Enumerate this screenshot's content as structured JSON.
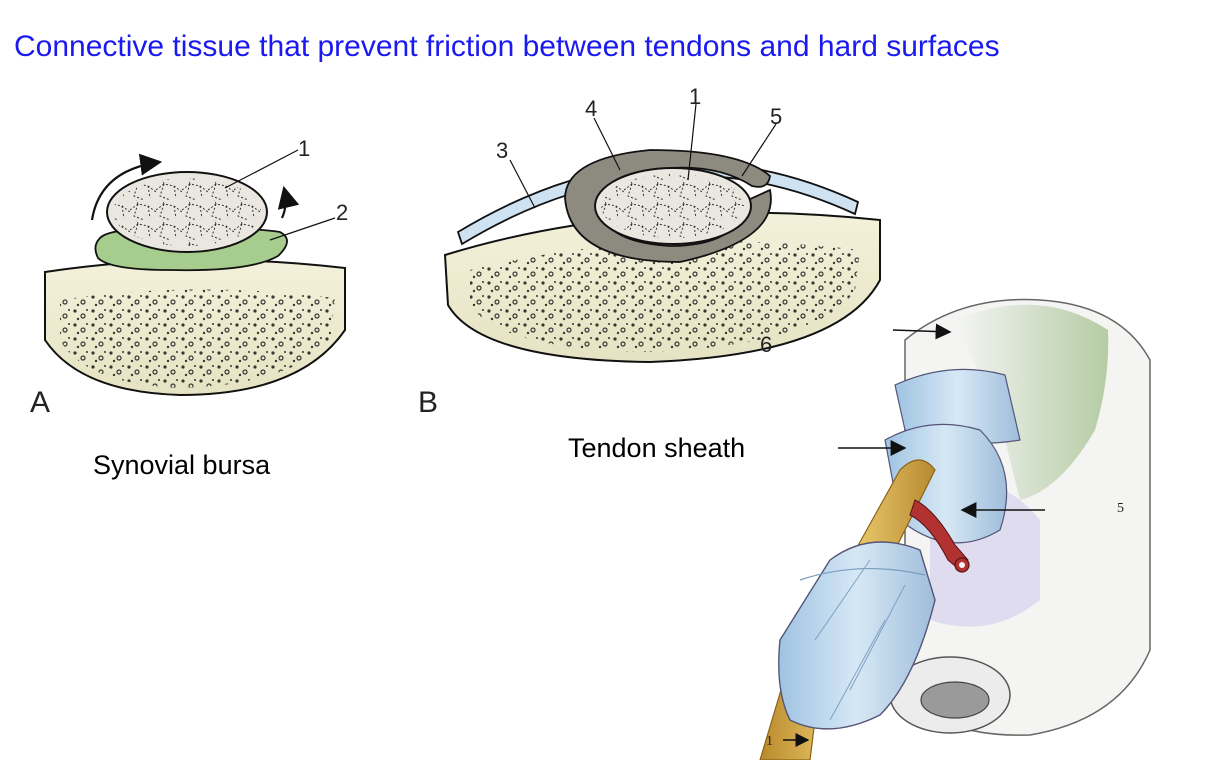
{
  "title": "Connective tissue that prevent friction between tendons and hard surfaces",
  "panels": {
    "a": {
      "letter": "A",
      "caption": "Synovial bursa",
      "labels": [
        "1",
        "2"
      ]
    },
    "b": {
      "letter": "B",
      "caption": "Tendon sheath",
      "labels": [
        "1",
        "3",
        "4",
        "5",
        "6"
      ]
    }
  },
  "illustration": {
    "labels": [
      "5",
      "1"
    ]
  },
  "colors": {
    "title": "#1a1af0",
    "bone": "#efedd2",
    "bursa": "#a6cc8e",
    "sheath": "#8d8b80",
    "tendon_bundle": "#e9e7e0",
    "tendon_gold": "#d9b250",
    "sheath_blue": "#bfd8ec",
    "vessel": "#b23232"
  }
}
